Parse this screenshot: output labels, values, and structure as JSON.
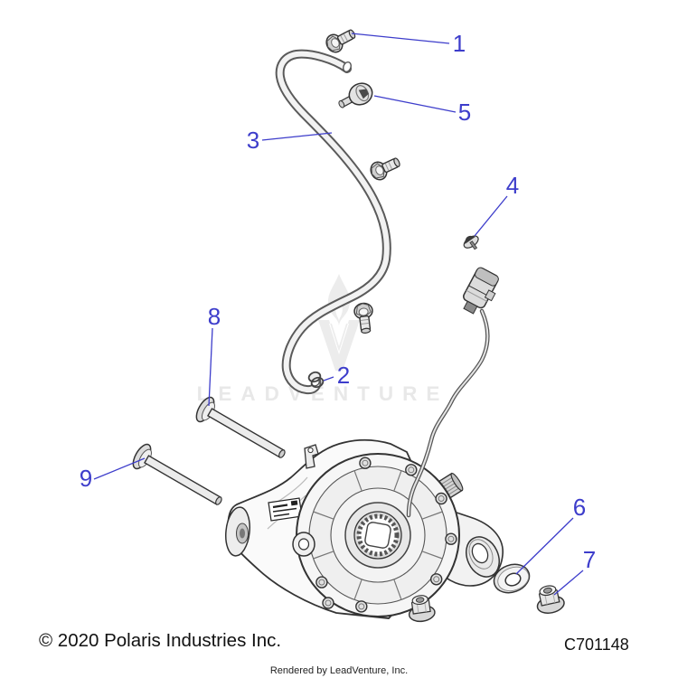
{
  "page": {
    "background": "#ffffff"
  },
  "watermark": {
    "text": "LEADVENTURE",
    "logo": "leadventure-flame-v-logo"
  },
  "callouts": [
    {
      "label": "1"
    },
    {
      "label": "2"
    },
    {
      "label": "3"
    },
    {
      "label": "4"
    },
    {
      "label": "5"
    },
    {
      "label": "6"
    },
    {
      "label": "7"
    },
    {
      "label": "8"
    },
    {
      "label": "9"
    }
  ],
  "footer": {
    "copyright": "© 2020 Polaris Industries Inc.",
    "part_code": "C701148",
    "renderer": "Rendered by LeadVenture, Inc."
  },
  "colors": {
    "callout_blue": "#3d3dcb",
    "line_dark": "#333333",
    "watermark_gray": "#e8e8e8"
  }
}
